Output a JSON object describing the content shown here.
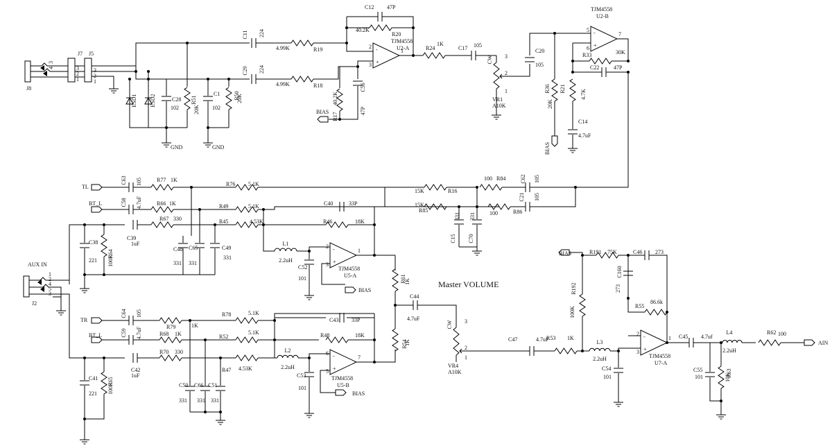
{
  "title": "Master VOLUME",
  "connectors": {
    "j8": "J8",
    "j7": "J7",
    "j5": "J5",
    "j2": "J2",
    "aux_in": "AUX IN",
    "pins_a": [
      "1",
      "2",
      "3"
    ],
    "pins_b": [
      "1",
      "2",
      "3"
    ],
    "pins_j2": [
      "1",
      "2",
      "4",
      "5",
      "3"
    ]
  },
  "nets": {
    "gnd": "GND",
    "bias": "BIAS",
    "tl": "TL",
    "bt_l": "BT_L",
    "tr": "TR",
    "ain": "AIN"
  },
  "opamps": {
    "u2a": {
      "name": "U2-A",
      "part": "TJM4558",
      "pins": [
        "2",
        "3",
        "1"
      ]
    },
    "u2b": {
      "name": "U2-B",
      "part": "TJM4558",
      "pins": [
        "5",
        "6",
        "7"
      ]
    },
    "u5a": {
      "name": "U5-A",
      "part": "TJM4558",
      "pins": [
        "2",
        "3",
        "1"
      ]
    },
    "u5b": {
      "name": "U5-B",
      "part": "TJM4558",
      "pins": [
        "6",
        "5",
        "7"
      ]
    },
    "u7a": {
      "name": "U7-A",
      "part": "TJM4558",
      "pins": [
        "2",
        "3",
        "1"
      ]
    }
  },
  "components": {
    "c12": [
      "C12",
      "47P"
    ],
    "r20": [
      "R20",
      "40.2K"
    ],
    "c11": [
      "C11",
      "224"
    ],
    "r19": [
      "R19",
      "4.99K"
    ],
    "c29": [
      "C29",
      "224"
    ],
    "r18": [
      "R18",
      "4.99K"
    ],
    "r24": [
      "R24",
      "1K"
    ],
    "c17": [
      "C17",
      "105"
    ],
    "vr1": [
      "VR1",
      "A10K"
    ],
    "c20": [
      "C20",
      "105"
    ],
    "c56": [
      "C56",
      "47P"
    ],
    "r17": [
      "R17",
      "40.2K"
    ],
    "c28": [
      "C28",
      "102"
    ],
    "r51": [
      "R51",
      "20K"
    ],
    "c1": [
      "C1",
      "102"
    ],
    "r50": [
      "R50",
      "20K"
    ],
    "esd1": [
      "ESD1"
    ],
    "esd2": [
      "ESD2"
    ],
    "r33": [
      "R33",
      "30K"
    ],
    "c22": [
      "C22",
      "47P"
    ],
    "r21": [
      "R21",
      "4.7K"
    ],
    "c14": [
      "C14",
      "4.7uF"
    ],
    "r36": [
      "R36",
      "20K"
    ],
    "c63": [
      "C63",
      "105"
    ],
    "r77": [
      "R77",
      "1K"
    ],
    "r76": [
      "R76",
      "5.1K"
    ],
    "r16": [
      "R16",
      "15K"
    ],
    "r84": [
      "R84",
      "100"
    ],
    "c62": [
      "C62",
      "105"
    ],
    "c58": [
      "C58",
      "4.7uF"
    ],
    "r66": [
      "R66",
      "1K"
    ],
    "r49": [
      "R49",
      "5.1K"
    ],
    "c40": [
      "C40",
      "33P"
    ],
    "r85": [
      "R85",
      "15K"
    ],
    "r86": [
      "R86",
      "100"
    ],
    "c21": [
      "C21",
      "105"
    ],
    "c39": [
      "C39",
      "1uF"
    ],
    "r67": [
      "R67",
      "330"
    ],
    "r45": [
      "R45",
      "4.53K"
    ],
    "r46": [
      "R46",
      "18K"
    ],
    "c15": [
      "C15",
      "331"
    ],
    "c70": [
      "C70",
      "331"
    ],
    "c38": [
      "C38",
      "221"
    ],
    "r64": [
      "R64",
      "100K"
    ],
    "c48": [
      "C48",
      "331"
    ],
    "c65": [
      "C65",
      "331"
    ],
    "c49": [
      "C49",
      "331"
    ],
    "l1": [
      "L1",
      "2.2uH"
    ],
    "c52": [
      "C52",
      "101"
    ],
    "r61": [
      "R61",
      "1K"
    ],
    "c44": [
      "C44",
      "4.7uF"
    ],
    "c64": [
      "C64",
      "105"
    ],
    "r79": [
      "R79",
      "1K"
    ],
    "r78": [
      "R78",
      "5.1K"
    ],
    "c43": [
      "C43",
      "33P"
    ],
    "c59": [
      "C59",
      "4.7uF"
    ],
    "r68": [
      "R68",
      "1K"
    ],
    "r52": [
      "R52",
      "5.1K"
    ],
    "r48": [
      "R48",
      "18K"
    ],
    "c42": [
      "C42",
      "1uF"
    ],
    "r70": [
      "R70",
      "330"
    ],
    "r47": [
      "R47",
      "4.53K"
    ],
    "l2": [
      "L2",
      "2.2uH"
    ],
    "r54": [
      "R54",
      "1K"
    ],
    "vr4": [
      "VR4",
      "A10K"
    ],
    "c41": [
      "C41",
      "221"
    ],
    "r65": [
      "R65",
      "100K"
    ],
    "c50": [
      "C50",
      "331"
    ],
    "c66": [
      "C66",
      "331"
    ],
    "c51": [
      "C51",
      "331"
    ],
    "c53": [
      "C53",
      "101"
    ],
    "r191": [
      "R191",
      "75K"
    ],
    "c46": [
      "C46",
      "273"
    ],
    "r192": [
      "R192",
      "100K"
    ],
    "c160": [
      "C160",
      "273"
    ],
    "r55": [
      "R55",
      "86.6k"
    ],
    "c47": [
      "C47",
      "4.7uF"
    ],
    "r53": [
      "R53",
      "1K"
    ],
    "l3": [
      "L3",
      "2.2uH"
    ],
    "c54": [
      "C54",
      "101"
    ],
    "c45": [
      "C45",
      "4.7uf"
    ],
    "l4": [
      "L4",
      "2.2uH"
    ],
    "r62": [
      "R62",
      "100"
    ],
    "c55": [
      "C55",
      "101"
    ],
    "r63": [
      "R63",
      "10K"
    ]
  },
  "pot_pins": [
    "1",
    "2",
    "3"
  ]
}
